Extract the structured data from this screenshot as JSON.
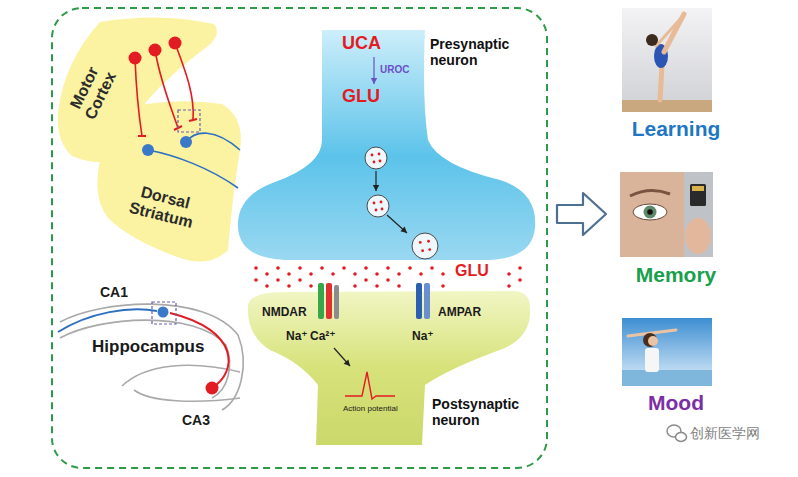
{
  "diagram": {
    "nodes": [
      {
        "text": [
          "Motor Cortex"
        ]
      },
      {
        "text": [
          "Dorsal Striatum"
        ]
      },
      {
        "text": [
          "UCA",
          "UROC",
          "GLU",
          "Presynaptic neuron"
        ]
      },
      {
        "text": [
          "NMDAR",
          "AMPAR",
          "Na⁺",
          "Ca²⁺",
          "Na⁺",
          "Action potential",
          "Postsynaptic neuron"
        ]
      },
      {
        "text": [
          "CA1",
          "Hippocampus",
          "CA3"
        ]
      },
      {
        "text": [
          "Learning"
        ]
      },
      {
        "text": [
          "Memory"
        ]
      },
      {
        "text": [
          "Mood"
        ]
      }
    ],
    "labels": [
      "GLU",
      "创新医学网"
    ]
  }
}
